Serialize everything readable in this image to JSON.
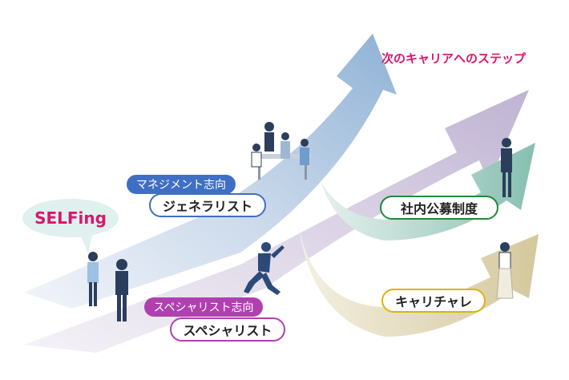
{
  "heading": "次のキャリアへのステップ",
  "bubble": "SELFing",
  "paths": {
    "management_tag": "マネジメント志向",
    "generalist": "ジェネラリスト",
    "specialist_tag": "スペシャリスト志向",
    "specialist": "スペシャリスト",
    "internal_recruitment": "社内公募制度",
    "career_challenge": "キャリチャレ"
  },
  "colors": {
    "heading": "#d8176b",
    "bubble_text": "#d8176b",
    "management_tag": "#3f6fc4",
    "specialist_tag": "#b040b0",
    "internal_recruitment_border": "#1f8a3a",
    "career_challenge_border": "#e0b200",
    "arrow_blue": "#9bbad8",
    "arrow_purple": "#c9c0d8",
    "arrow_green": "#8fc2b5",
    "arrow_beige": "#d9cfa8"
  }
}
